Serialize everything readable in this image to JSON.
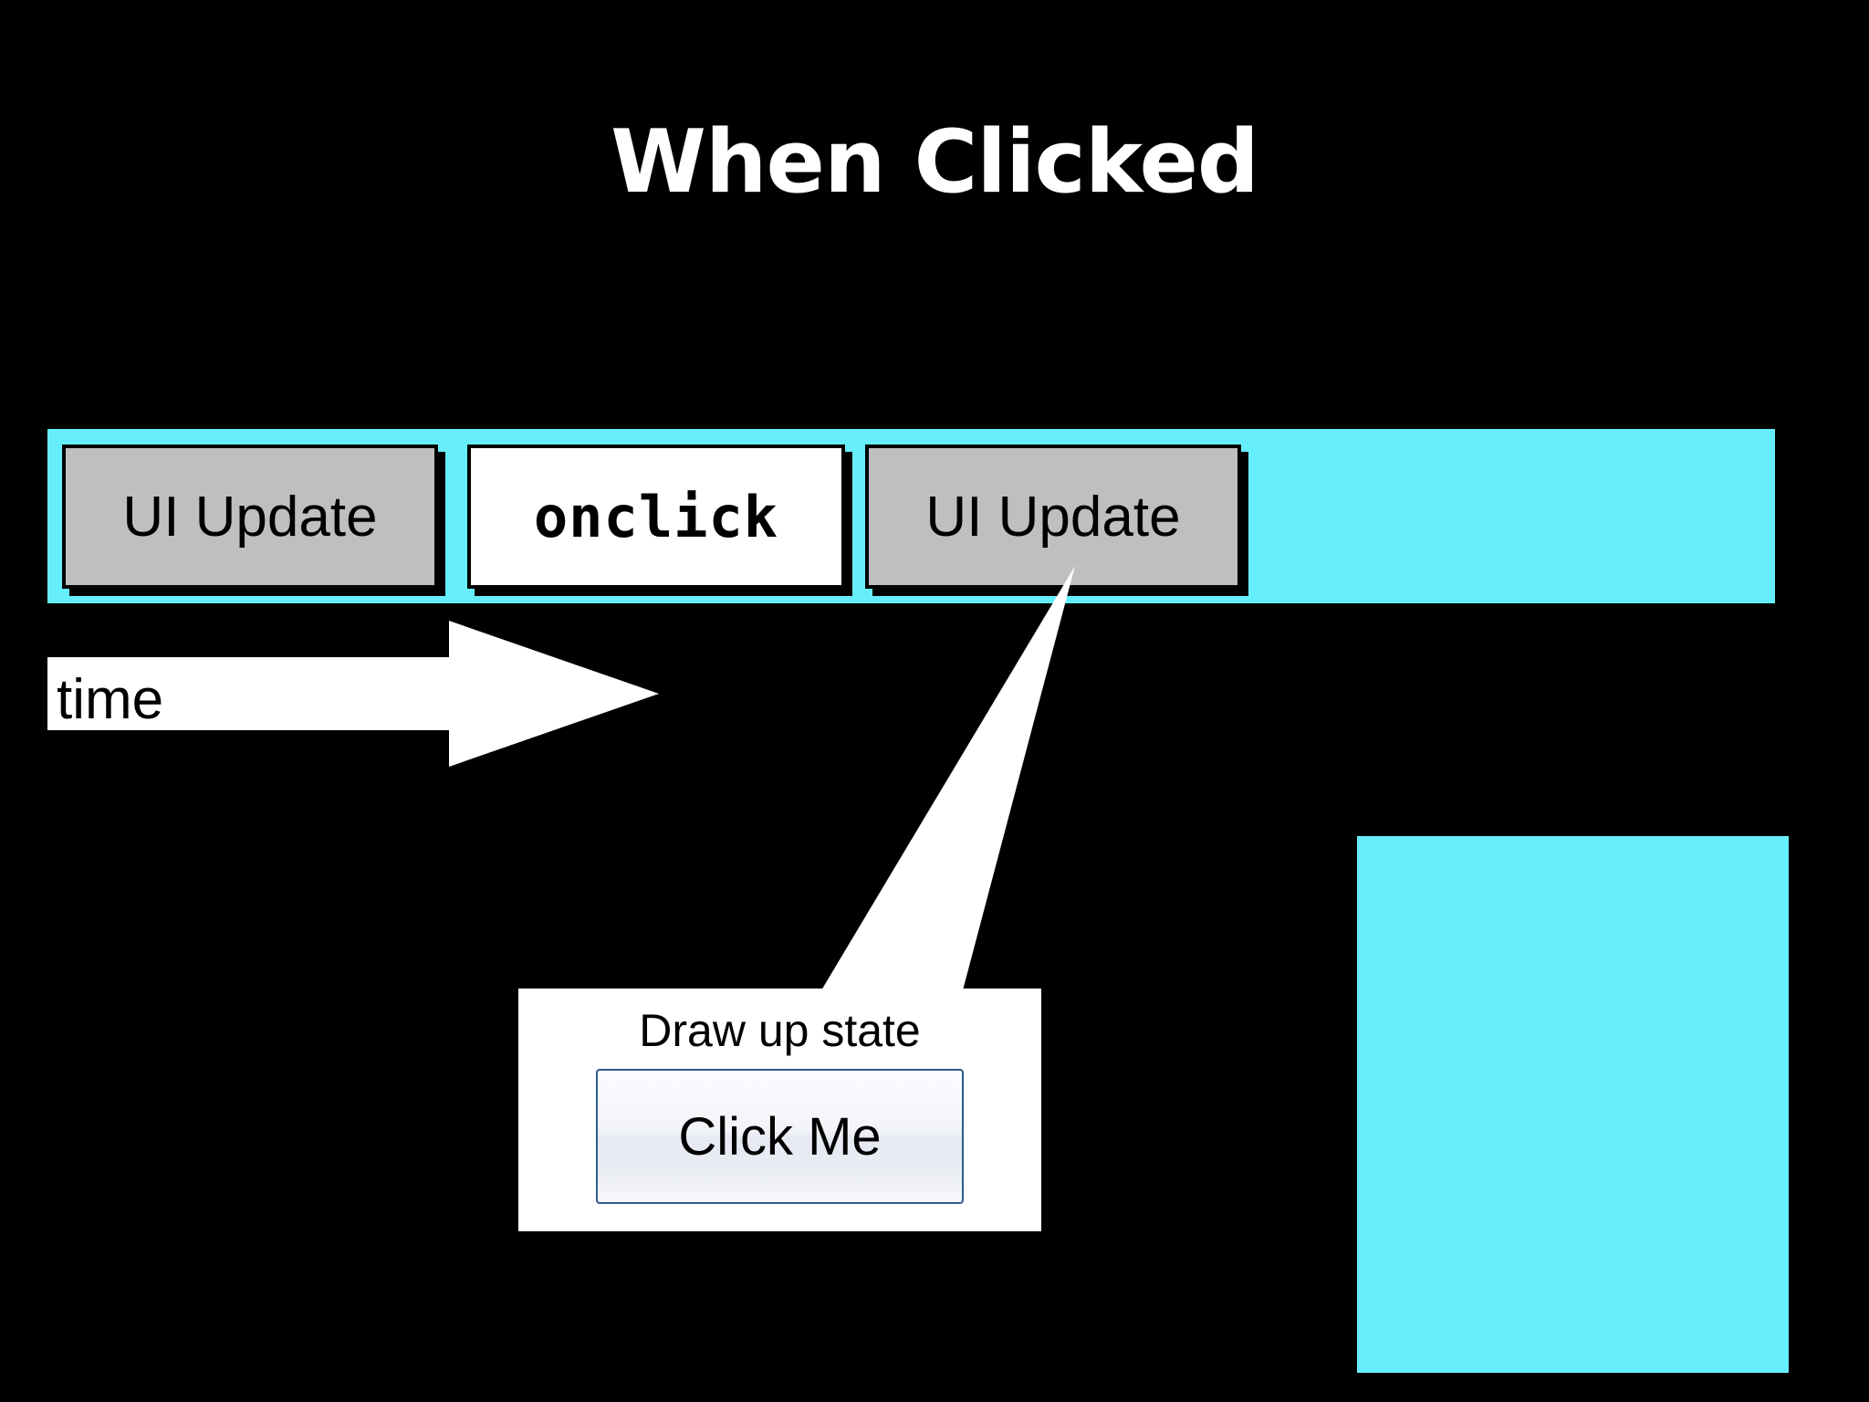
{
  "slide": {
    "title": "When Clicked",
    "background_color": "#000000",
    "accent_color": "#66EEFC"
  },
  "timeline": {
    "bar_color": "#66EEFC",
    "phases": [
      {
        "label": "UI Update",
        "style": "sans",
        "fill": "#BFBFBF"
      },
      {
        "label": "onclick",
        "style": "mono",
        "fill": "#FFFFFF"
      },
      {
        "label": "UI Update",
        "style": "sans",
        "fill": "#BFBFBF"
      }
    ]
  },
  "time_axis": {
    "label": "time",
    "arrow_icon": "right-arrow-icon",
    "color": "#FFFFFF"
  },
  "callout": {
    "caption": "Draw up state",
    "button_label": "Click Me",
    "button_border_color": "#2D5B8E",
    "box_color": "#FFFFFF",
    "points_to": "UI Update"
  },
  "cyan_panel": {
    "color": "#66EEFC"
  }
}
